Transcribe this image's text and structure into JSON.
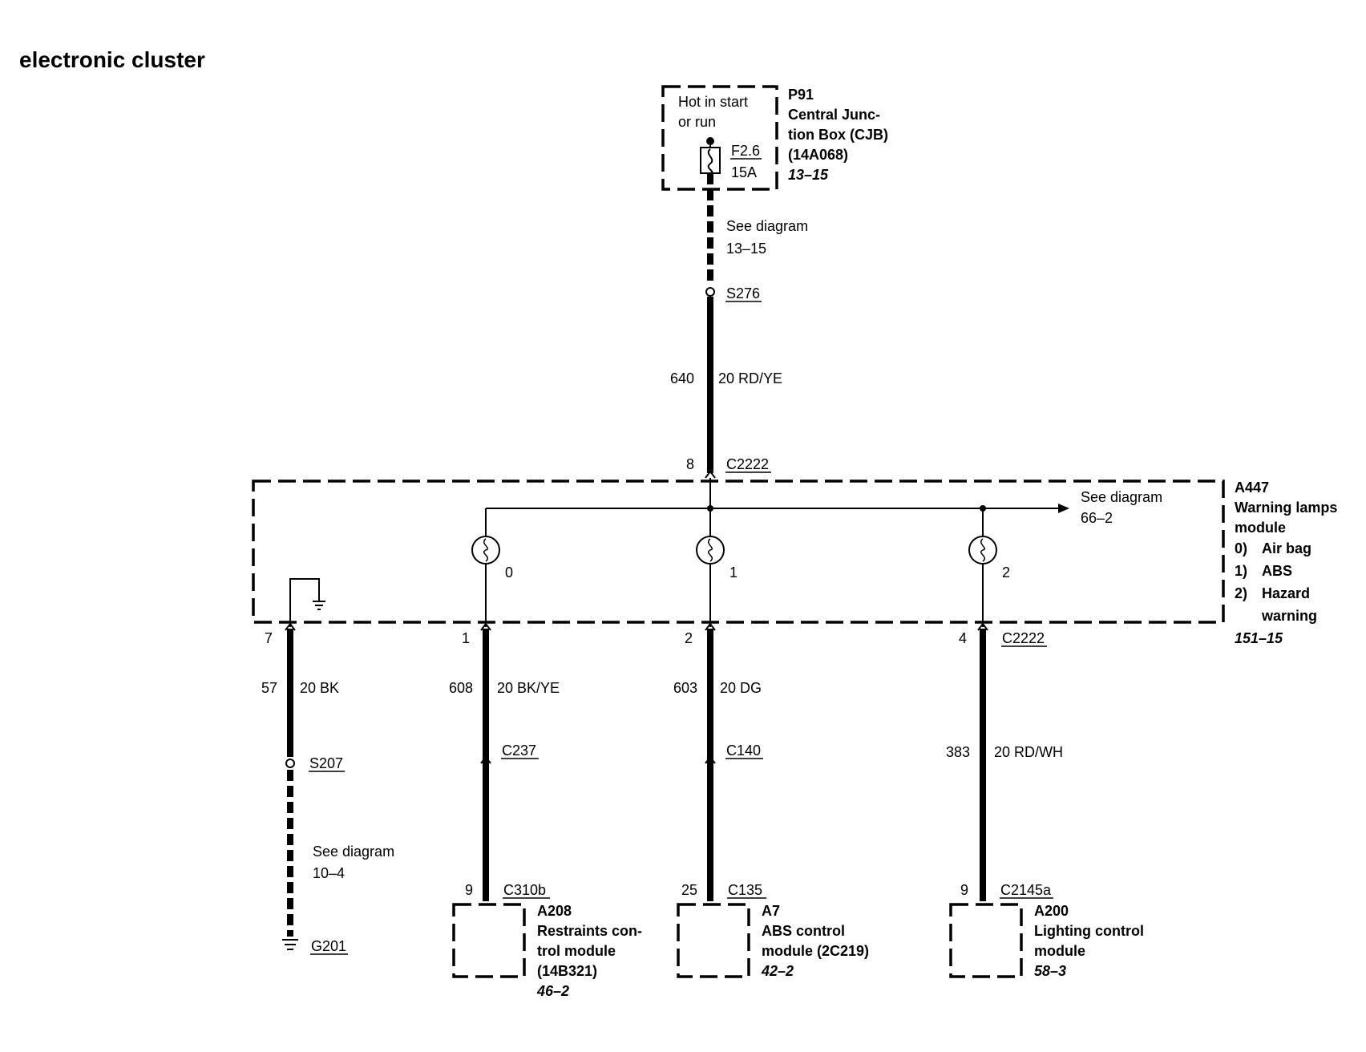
{
  "title": "electronic cluster",
  "cjb": {
    "hot_line1": "Hot in start",
    "hot_line2": "or run",
    "fuse_id": "F2.6",
    "fuse_rating": "15A",
    "id": "P91",
    "name_line1": "Central Junc-",
    "name_line2": "tion Box (CJB)",
    "part": "(14A068)",
    "ref": "13–15"
  },
  "feed": {
    "see_line1": "See diagram",
    "see_line2": "13–15",
    "splice": "S276",
    "circuit": "640",
    "wire": "20 RD/YE",
    "pin": "8",
    "connector": "C2222"
  },
  "module": {
    "id": "A447",
    "name_line1": "Warning lamps",
    "name_line2": "module",
    "lamps": [
      {
        "num": "0)",
        "name": "Air bag"
      },
      {
        "num": "1)",
        "name": "ABS"
      },
      {
        "num": "2)",
        "name": "Hazard"
      }
    ],
    "lamp2_extra": "warning",
    "ref": "151–15",
    "see_line1": "See diagram",
    "see_line2": "66–2",
    "lamp_labels": [
      "0",
      "1",
      "2"
    ]
  },
  "ground_branch": {
    "pin": "7",
    "circuit": "57",
    "wire": "20 BK",
    "splice": "S207",
    "see_line1": "See diagram",
    "see_line2": "10–4",
    "ground": "G201"
  },
  "branch_a208": {
    "pin": "1",
    "circuit": "608",
    "wire": "20 BK/YE",
    "inline": "C237",
    "end_pin": "9",
    "end_connector": "C310b",
    "id": "A208",
    "name_line1": "Restraints con-",
    "name_line2": "trol module",
    "part": "(14B321)",
    "ref": "46–2"
  },
  "branch_a7": {
    "pin": "2",
    "circuit": "603",
    "wire": "20 DG",
    "inline": "C140",
    "end_pin": "25",
    "end_connector": "C135",
    "id": "A7",
    "name_line1": "ABS control",
    "name_line2": "module (2C219)",
    "ref": "42–2"
  },
  "branch_a200": {
    "pin": "4",
    "connector": "C2222",
    "circuit": "383",
    "wire": "20 RD/WH",
    "end_pin": "9",
    "end_connector": "C2145a",
    "id": "A200",
    "name_line1": "Lighting control",
    "name_line2": "module",
    "ref": "58–3"
  }
}
